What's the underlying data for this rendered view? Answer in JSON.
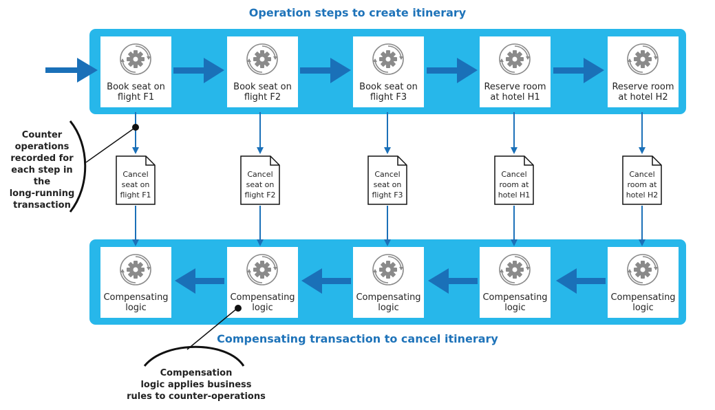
{
  "top_title": "Operation steps to create itinerary",
  "bottom_title": "Compensating transaction to cancel itinerary",
  "operations": [
    {
      "l1": "Book seat on",
      "l2": "flight F1"
    },
    {
      "l1": "Book seat on",
      "l2": "flight F2"
    },
    {
      "l1": "Book seat on",
      "l2": "flight F3"
    },
    {
      "l1": "Reserve room",
      "l2": "at hotel H1"
    },
    {
      "l1": "Reserve room",
      "l2": "at hotel H2"
    }
  ],
  "counter_ops": [
    {
      "l1": "Cancel",
      "l2": "seat on",
      "l3": "flight F1"
    },
    {
      "l1": "Cancel",
      "l2": "seat on",
      "l3": "flight F2"
    },
    {
      "l1": "Cancel",
      "l2": "seat on",
      "l3": "flight F3"
    },
    {
      "l1": "Cancel",
      "l2": "room at",
      "l3": "hotel H1"
    },
    {
      "l1": "Cancel",
      "l2": "room at",
      "l3": "hotel H2"
    }
  ],
  "compensation": [
    {
      "l1": "Compensating",
      "l2": "logic"
    },
    {
      "l1": "Compensating",
      "l2": "logic"
    },
    {
      "l1": "Compensating",
      "l2": "logic"
    },
    {
      "l1": "Compensating",
      "l2": "logic"
    },
    {
      "l1": "Compensating",
      "l2": "logic"
    }
  ],
  "callout_counter": [
    "Counter",
    "operations",
    "recorded for",
    "each step in the",
    "long-running",
    "transaction"
  ],
  "callout_compensation": [
    "Compensation",
    "logic applies business",
    "rules to counter-operations"
  ],
  "colors": {
    "band": "#27b7ea",
    "arrow": "#1a70b8",
    "title": "#1e73b9",
    "gear": "#8a8a8a"
  },
  "icons": {
    "step": "gear-cycle-icon",
    "document": "document-icon"
  }
}
